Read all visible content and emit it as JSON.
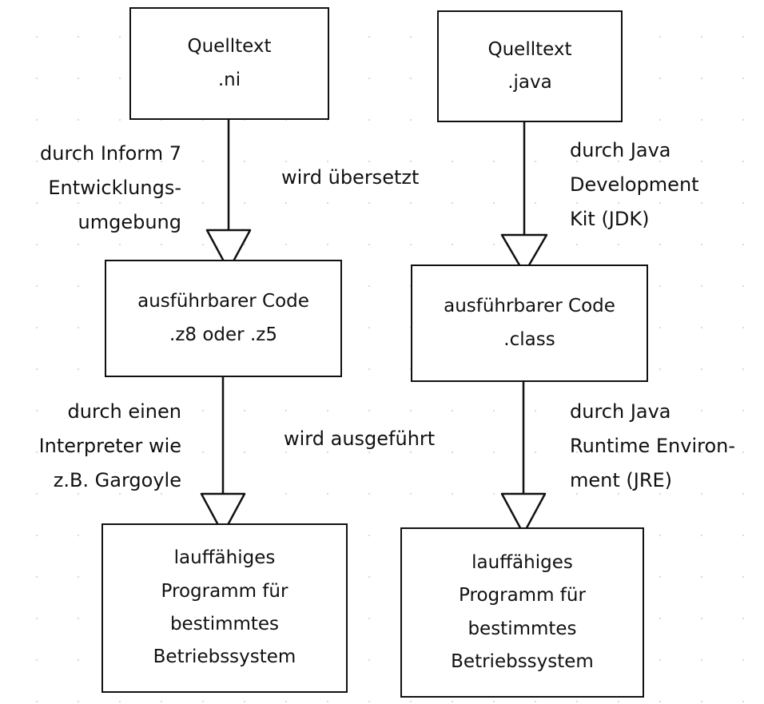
{
  "left_column": {
    "source": {
      "line1": "Quelltext",
      "line2": ".ni"
    },
    "compile_label": {
      "line1": "durch Inform 7",
      "line2": "Entwicklungs-",
      "line3": "umgebung"
    },
    "executable": {
      "line1": "ausführbarer Code",
      "line2": ".z8 oder .z5"
    },
    "run_label": {
      "line1": "durch einen",
      "line2": "Interpreter wie",
      "line3": "z.B. Gargoyle"
    },
    "program": {
      "line1": "lauffähiges",
      "line2": "Programm für",
      "line3": "bestimmtes",
      "line4": "Betriebssystem"
    }
  },
  "right_column": {
    "source": {
      "line1": "Quelltext",
      "line2": ".java"
    },
    "compile_label": {
      "line1": "durch Java",
      "line2": "Development",
      "line3": "Kit (JDK)"
    },
    "executable": {
      "line1": "ausführbarer Code",
      "line2": ".class"
    },
    "run_label": {
      "line1": "durch Java",
      "line2": "Runtime Environ-",
      "line3": "ment (JRE)"
    },
    "program": {
      "line1": "lauffähiges",
      "line2": "Programm für",
      "line3": "bestimmtes",
      "line4": "Betriebssystem"
    }
  },
  "center": {
    "compile_step": "wird übersetzt",
    "run_step": "wird ausgeführt"
  }
}
